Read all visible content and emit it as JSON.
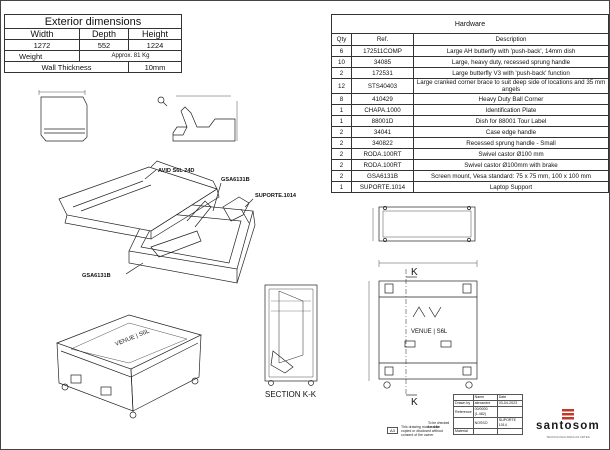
{
  "exterior": {
    "title": "Exterior dimensions",
    "headers": [
      "Width",
      "Depth",
      "Height"
    ],
    "values": [
      "1272",
      "552",
      "1224"
    ],
    "weight_label": "Weight",
    "weight_value": "Approx. 81 Kg",
    "wall_label": "Wall Thickness",
    "wall_value": "10mm"
  },
  "hardware": {
    "title": "Hardware",
    "headers": [
      "Qty",
      "Ref.",
      "Description"
    ],
    "rows": [
      [
        "6",
        "172511COMP",
        "Large AH butterfly with 'push-back', 14mm dish"
      ],
      [
        "10",
        "34085",
        "Large, heavy duty, recessed sprung handle"
      ],
      [
        "2",
        "172531",
        "Large butterfly V3 with 'push-back' function"
      ],
      [
        "12",
        "STS40403",
        "Large cranked corner brace to suit deep side of locations and 35 mm angels"
      ],
      [
        "8",
        "410429",
        "Heavy Duty Ball Corner"
      ],
      [
        "1",
        "CHAPA.1000",
        "Identification Plate"
      ],
      [
        "1",
        "88001D",
        "Dish for 88001 Tour Label"
      ],
      [
        "2",
        "34041",
        "Case edge handle"
      ],
      [
        "2",
        "340822",
        "Recessed sprung handle - Small"
      ],
      [
        "2",
        "RODA.100RT",
        "Swivel castor Ø100 mm"
      ],
      [
        "2",
        "RODA.100RT",
        "Swivel castor Ø100mm with brake"
      ],
      [
        "2",
        "GSA6131B",
        "Screen mount, Vesa standard: 75 x 75 mm, 100 x 100 mm"
      ],
      [
        "1",
        "SUPORTE.1014",
        "Laptop Support"
      ]
    ]
  },
  "callouts": {
    "console": "AVID S6L 24D",
    "mount_top": "GSA6131B",
    "support": "SUPORTE.1014",
    "mount_bottom": "GSA6131B"
  },
  "section": {
    "label": "SECTION K-K",
    "marker": "K"
  },
  "case_logo": "VENUE | S6L",
  "title_block": {
    "rows": [
      [
        "",
        "Name",
        "Date"
      ],
      [
        "Drawn by",
        "alexandre",
        "03-04-2023"
      ],
      [
        "Reference",
        "00/0000 (1.482)",
        ""
      ],
      [
        "",
        "NOSSO",
        "SUPORTE 1014"
      ],
      [
        "Material",
        "",
        ""
      ]
    ],
    "notice": "This drawing must not be copied or disclosed without consent of the owner",
    "sheet": "A3",
    "check": "To be checked for ratio",
    "company": "santosom",
    "company_sub": "TECNOLOGIA PARA AS ARTES"
  },
  "colors": {
    "line": "#222222",
    "logo_red": "#c0392b"
  }
}
